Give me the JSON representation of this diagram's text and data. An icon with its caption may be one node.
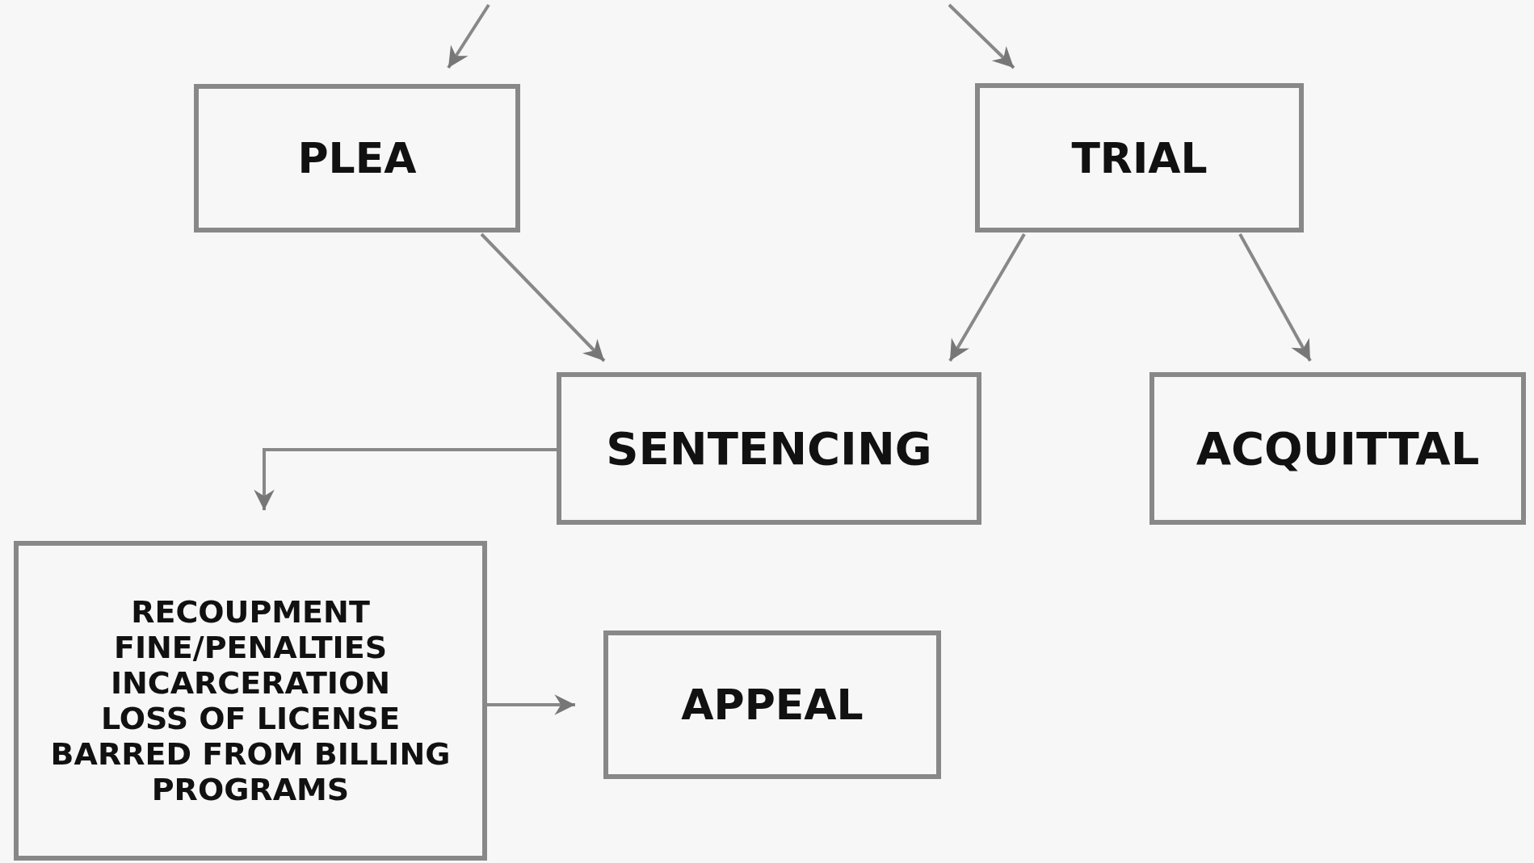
{
  "diagram": {
    "nodes": [
      {
        "text": [
          "PLEA"
        ]
      },
      {
        "text": [
          "TRIAL"
        ]
      },
      {
        "text": [
          "SENTENCING"
        ]
      },
      {
        "text": [
          "ACQUITTAL"
        ]
      },
      {
        "text": [
          "RECOUPMENT",
          "FINE/PENALTIES",
          "INCARCERATION",
          "LOSS OF LICENSE",
          "BARRED FROM BILLING PROGRAMS"
        ]
      },
      {
        "text": [
          "APPEAL"
        ]
      }
    ],
    "edges": [
      {
        "from": null,
        "to": 0,
        "arrow": "to"
      },
      {
        "from": null,
        "to": 1,
        "arrow": "to"
      },
      {
        "from": 0,
        "to": 2,
        "arrow": "to"
      },
      {
        "from": 1,
        "to": 2,
        "arrow": "to"
      },
      {
        "from": 1,
        "to": 3,
        "arrow": "to"
      },
      {
        "from": 2,
        "to": 4,
        "arrow": "to"
      },
      {
        "from": 4,
        "to": 5,
        "arrow": "to"
      }
    ]
  }
}
